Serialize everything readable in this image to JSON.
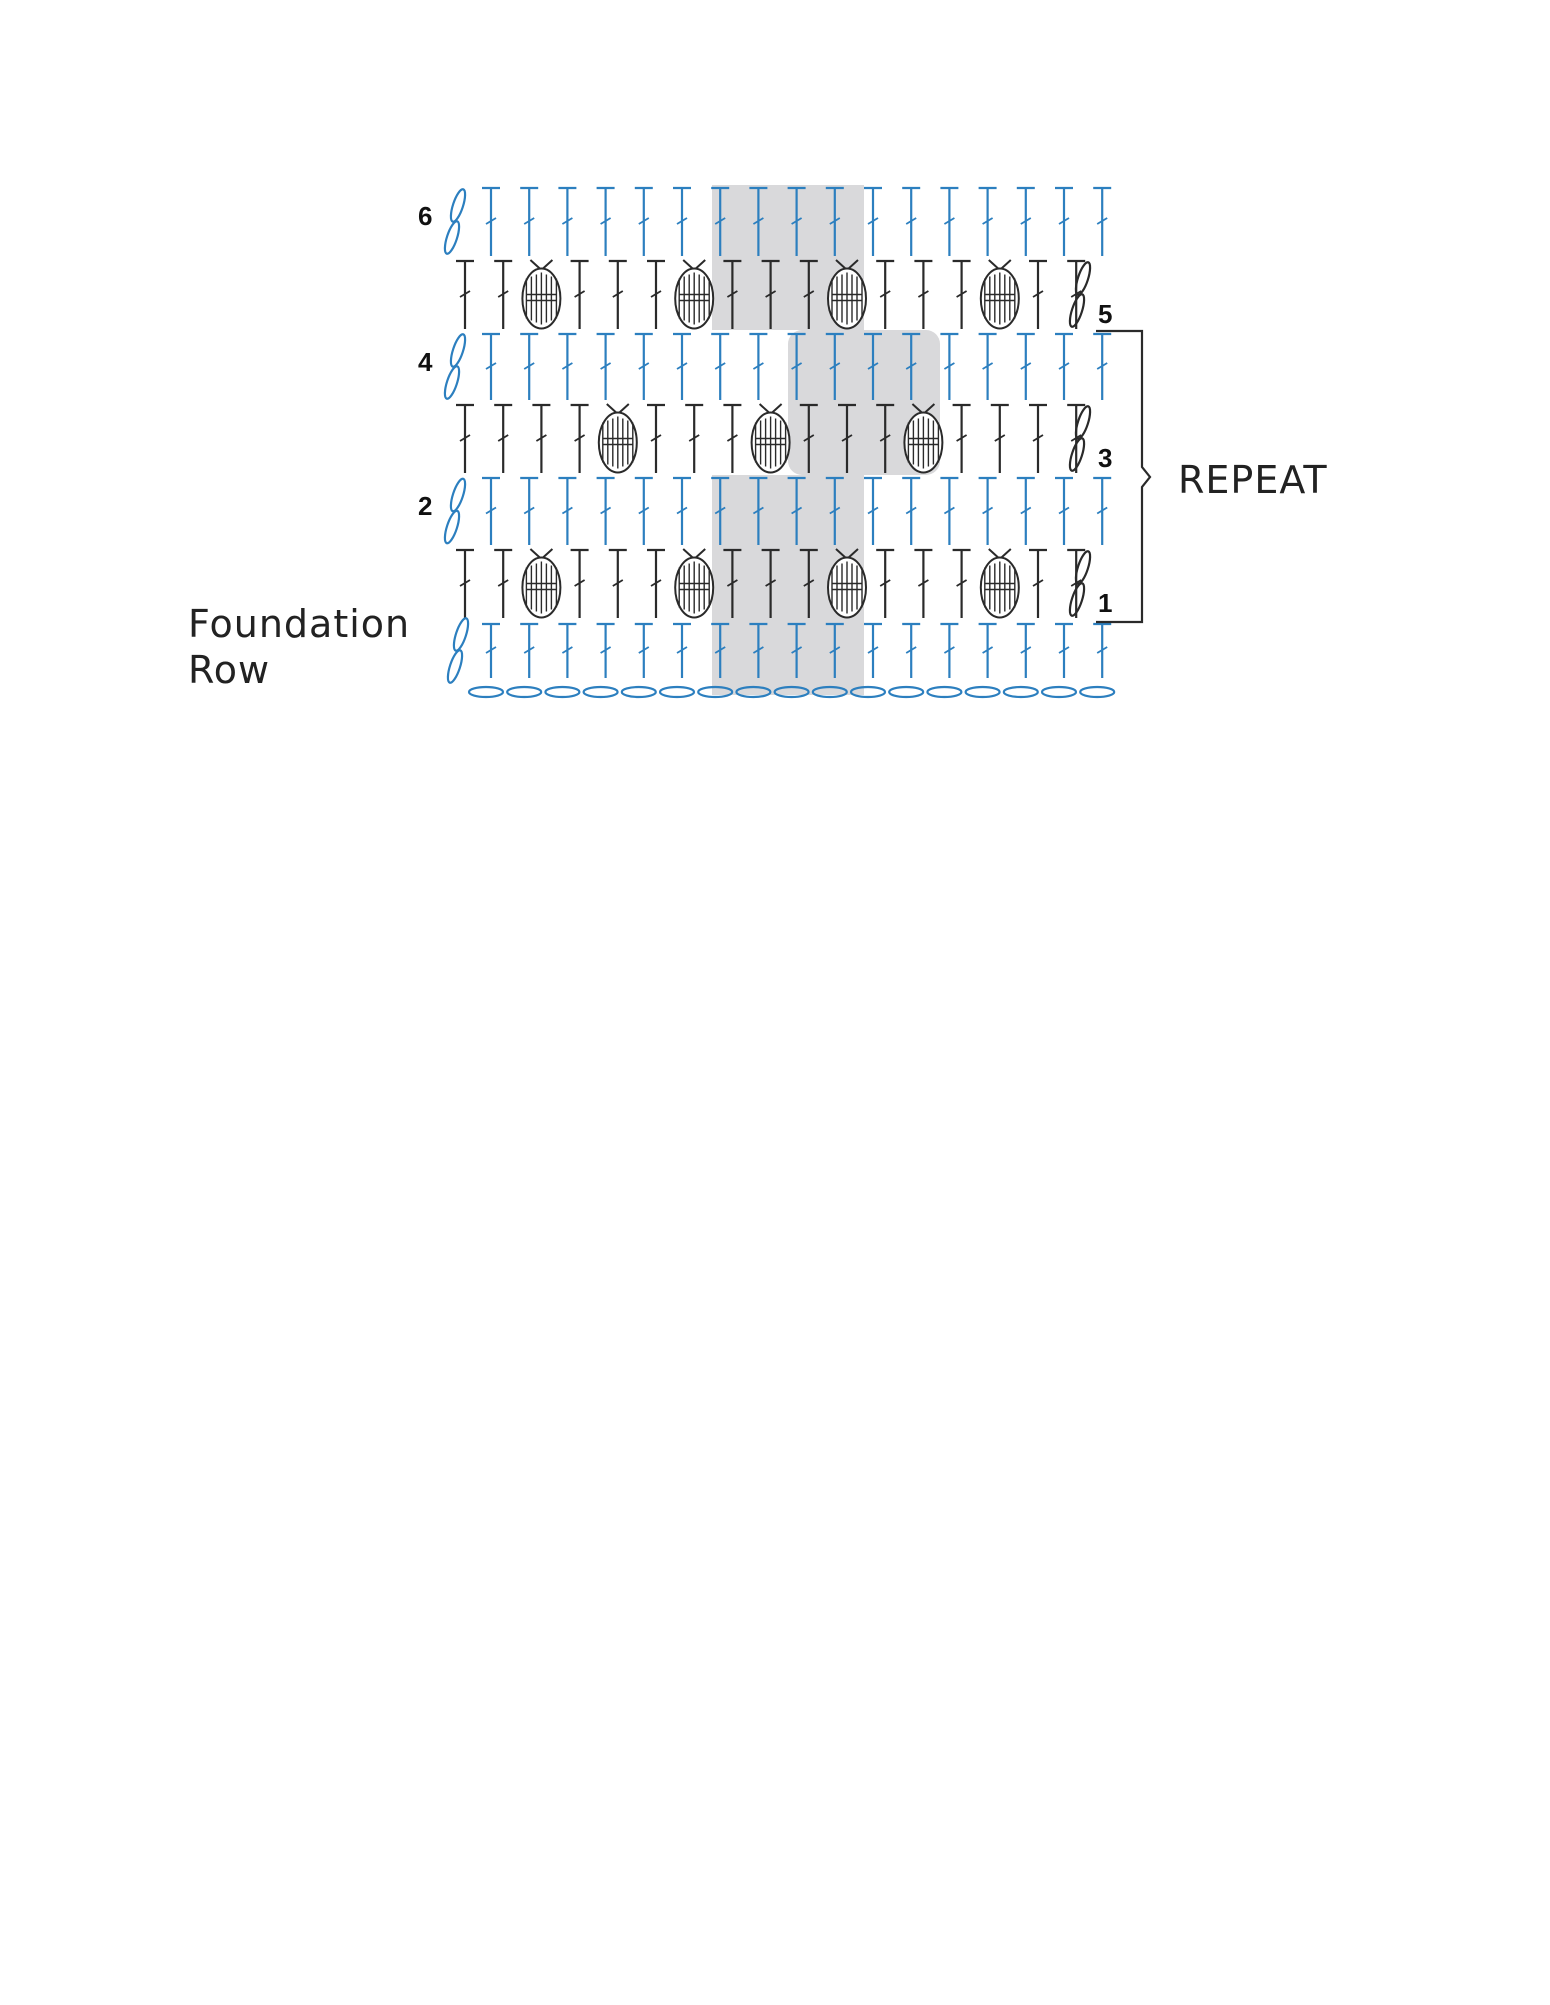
{
  "diagram": {
    "colors": {
      "blue": "#2c7fbf",
      "black": "#2a2a2a",
      "shade": "#d9d9db",
      "background": "#ffffff"
    },
    "labels": {
      "foundation_line1": "Foundation",
      "foundation_line2": "Row",
      "repeat": "REPEAT"
    },
    "rows": [
      {
        "number": "1",
        "side": "right",
        "color": "black",
        "pattern": [
          "dc",
          "dc",
          "cluster",
          "dc",
          "dc",
          "dc",
          "cluster",
          "dc",
          "dc",
          "dc",
          "cluster",
          "dc",
          "dc",
          "dc",
          "cluster",
          "dc",
          "dc"
        ]
      },
      {
        "number": "2",
        "side": "left",
        "color": "blue",
        "pattern": [
          "dc",
          "dc",
          "dc",
          "dc",
          "dc",
          "dc",
          "dc",
          "dc",
          "dc",
          "dc",
          "dc",
          "dc",
          "dc",
          "dc",
          "dc",
          "dc",
          "dc"
        ]
      },
      {
        "number": "3",
        "side": "right",
        "color": "black",
        "pattern": [
          "dc",
          "dc",
          "dc",
          "dc",
          "cluster",
          "dc",
          "dc",
          "dc",
          "cluster",
          "dc",
          "dc",
          "dc",
          "cluster",
          "dc",
          "dc",
          "dc",
          "dc"
        ]
      },
      {
        "number": "4",
        "side": "left",
        "color": "blue",
        "pattern": [
          "dc",
          "dc",
          "dc",
          "dc",
          "dc",
          "dc",
          "dc",
          "dc",
          "dc",
          "dc",
          "dc",
          "dc",
          "dc",
          "dc",
          "dc",
          "dc",
          "dc"
        ]
      },
      {
        "number": "5",
        "side": "right",
        "color": "black",
        "pattern": [
          "dc",
          "dc",
          "cluster",
          "dc",
          "dc",
          "dc",
          "cluster",
          "dc",
          "dc",
          "dc",
          "cluster",
          "dc",
          "dc",
          "dc",
          "cluster",
          "dc",
          "dc"
        ]
      },
      {
        "number": "6",
        "side": "left",
        "color": "blue",
        "pattern": [
          "dc",
          "dc",
          "dc",
          "dc",
          "dc",
          "dc",
          "dc",
          "dc",
          "dc",
          "dc",
          "dc",
          "dc",
          "dc",
          "dc",
          "dc",
          "dc",
          "dc"
        ]
      }
    ],
    "foundation": {
      "chain_count": 17,
      "stitch_count": 17
    },
    "icons": [
      "double-crochet-symbol",
      "cluster-symbol",
      "chain-symbol",
      "turning-chain-symbol",
      "repeat-brace"
    ]
  }
}
